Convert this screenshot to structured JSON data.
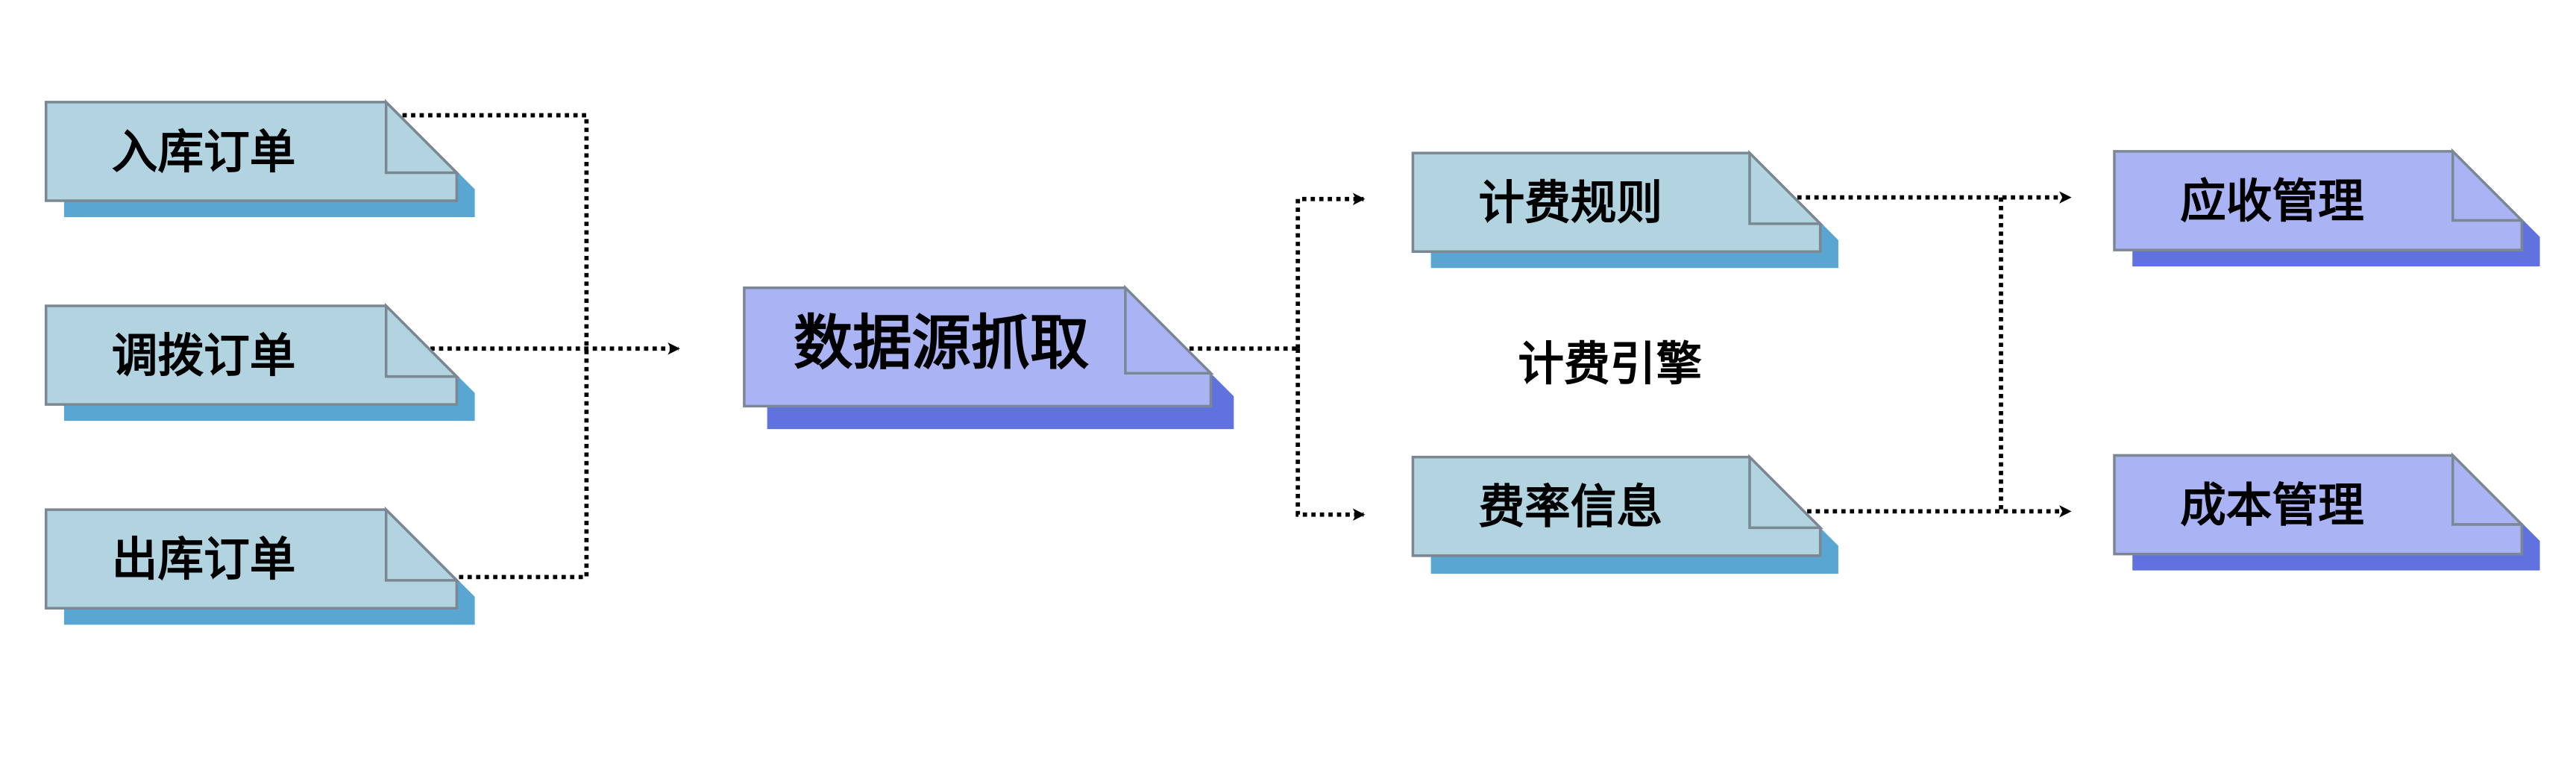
{
  "diagram": {
    "sources": [
      {
        "label": "入库订单"
      },
      {
        "label": "调拨订单"
      },
      {
        "label": "出库订单"
      }
    ],
    "extract": {
      "label": "数据源抓取"
    },
    "engine": {
      "label": "计费引擎",
      "inputs": [
        {
          "label": "计费规则"
        },
        {
          "label": "费率信息"
        }
      ]
    },
    "outputs": [
      {
        "label": "应收管理"
      },
      {
        "label": "成本管理"
      }
    ]
  },
  "colors": {
    "light_fill": "#b2d4e0",
    "light_shadow": "#5aa6d3",
    "violet_fill": "#aab4f4",
    "violet_shadow": "#6072de",
    "outline": "#7b8893",
    "connector": "#000000"
  }
}
